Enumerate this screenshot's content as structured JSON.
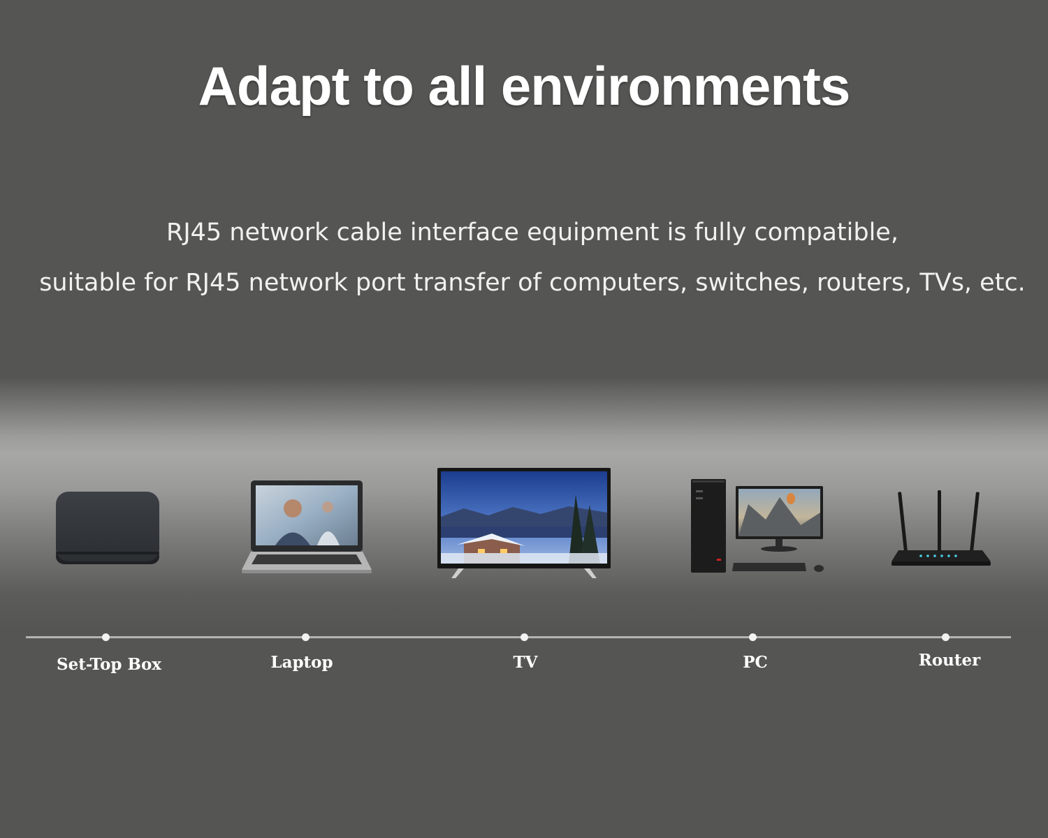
{
  "heading": "Adapt to all environments",
  "description": {
    "line1": "RJ45 network cable interface equipment is fully compatible,",
    "line2": "suitable for RJ45 network port transfer of computers, switches, routers, TVs, etc."
  },
  "devices": [
    {
      "label": "Set-Top Box",
      "icon": "set-top-box-icon"
    },
    {
      "label": "Laptop",
      "icon": "laptop-icon"
    },
    {
      "label": "TV",
      "icon": "tv-icon"
    },
    {
      "label": "PC",
      "icon": "desktop-pc-icon"
    },
    {
      "label": "Router",
      "icon": "router-icon"
    }
  ],
  "colors": {
    "background": "#555554",
    "highlight_band": "#a7a7a6",
    "text": "#ffffff",
    "timeline": "#b4b4b4"
  }
}
